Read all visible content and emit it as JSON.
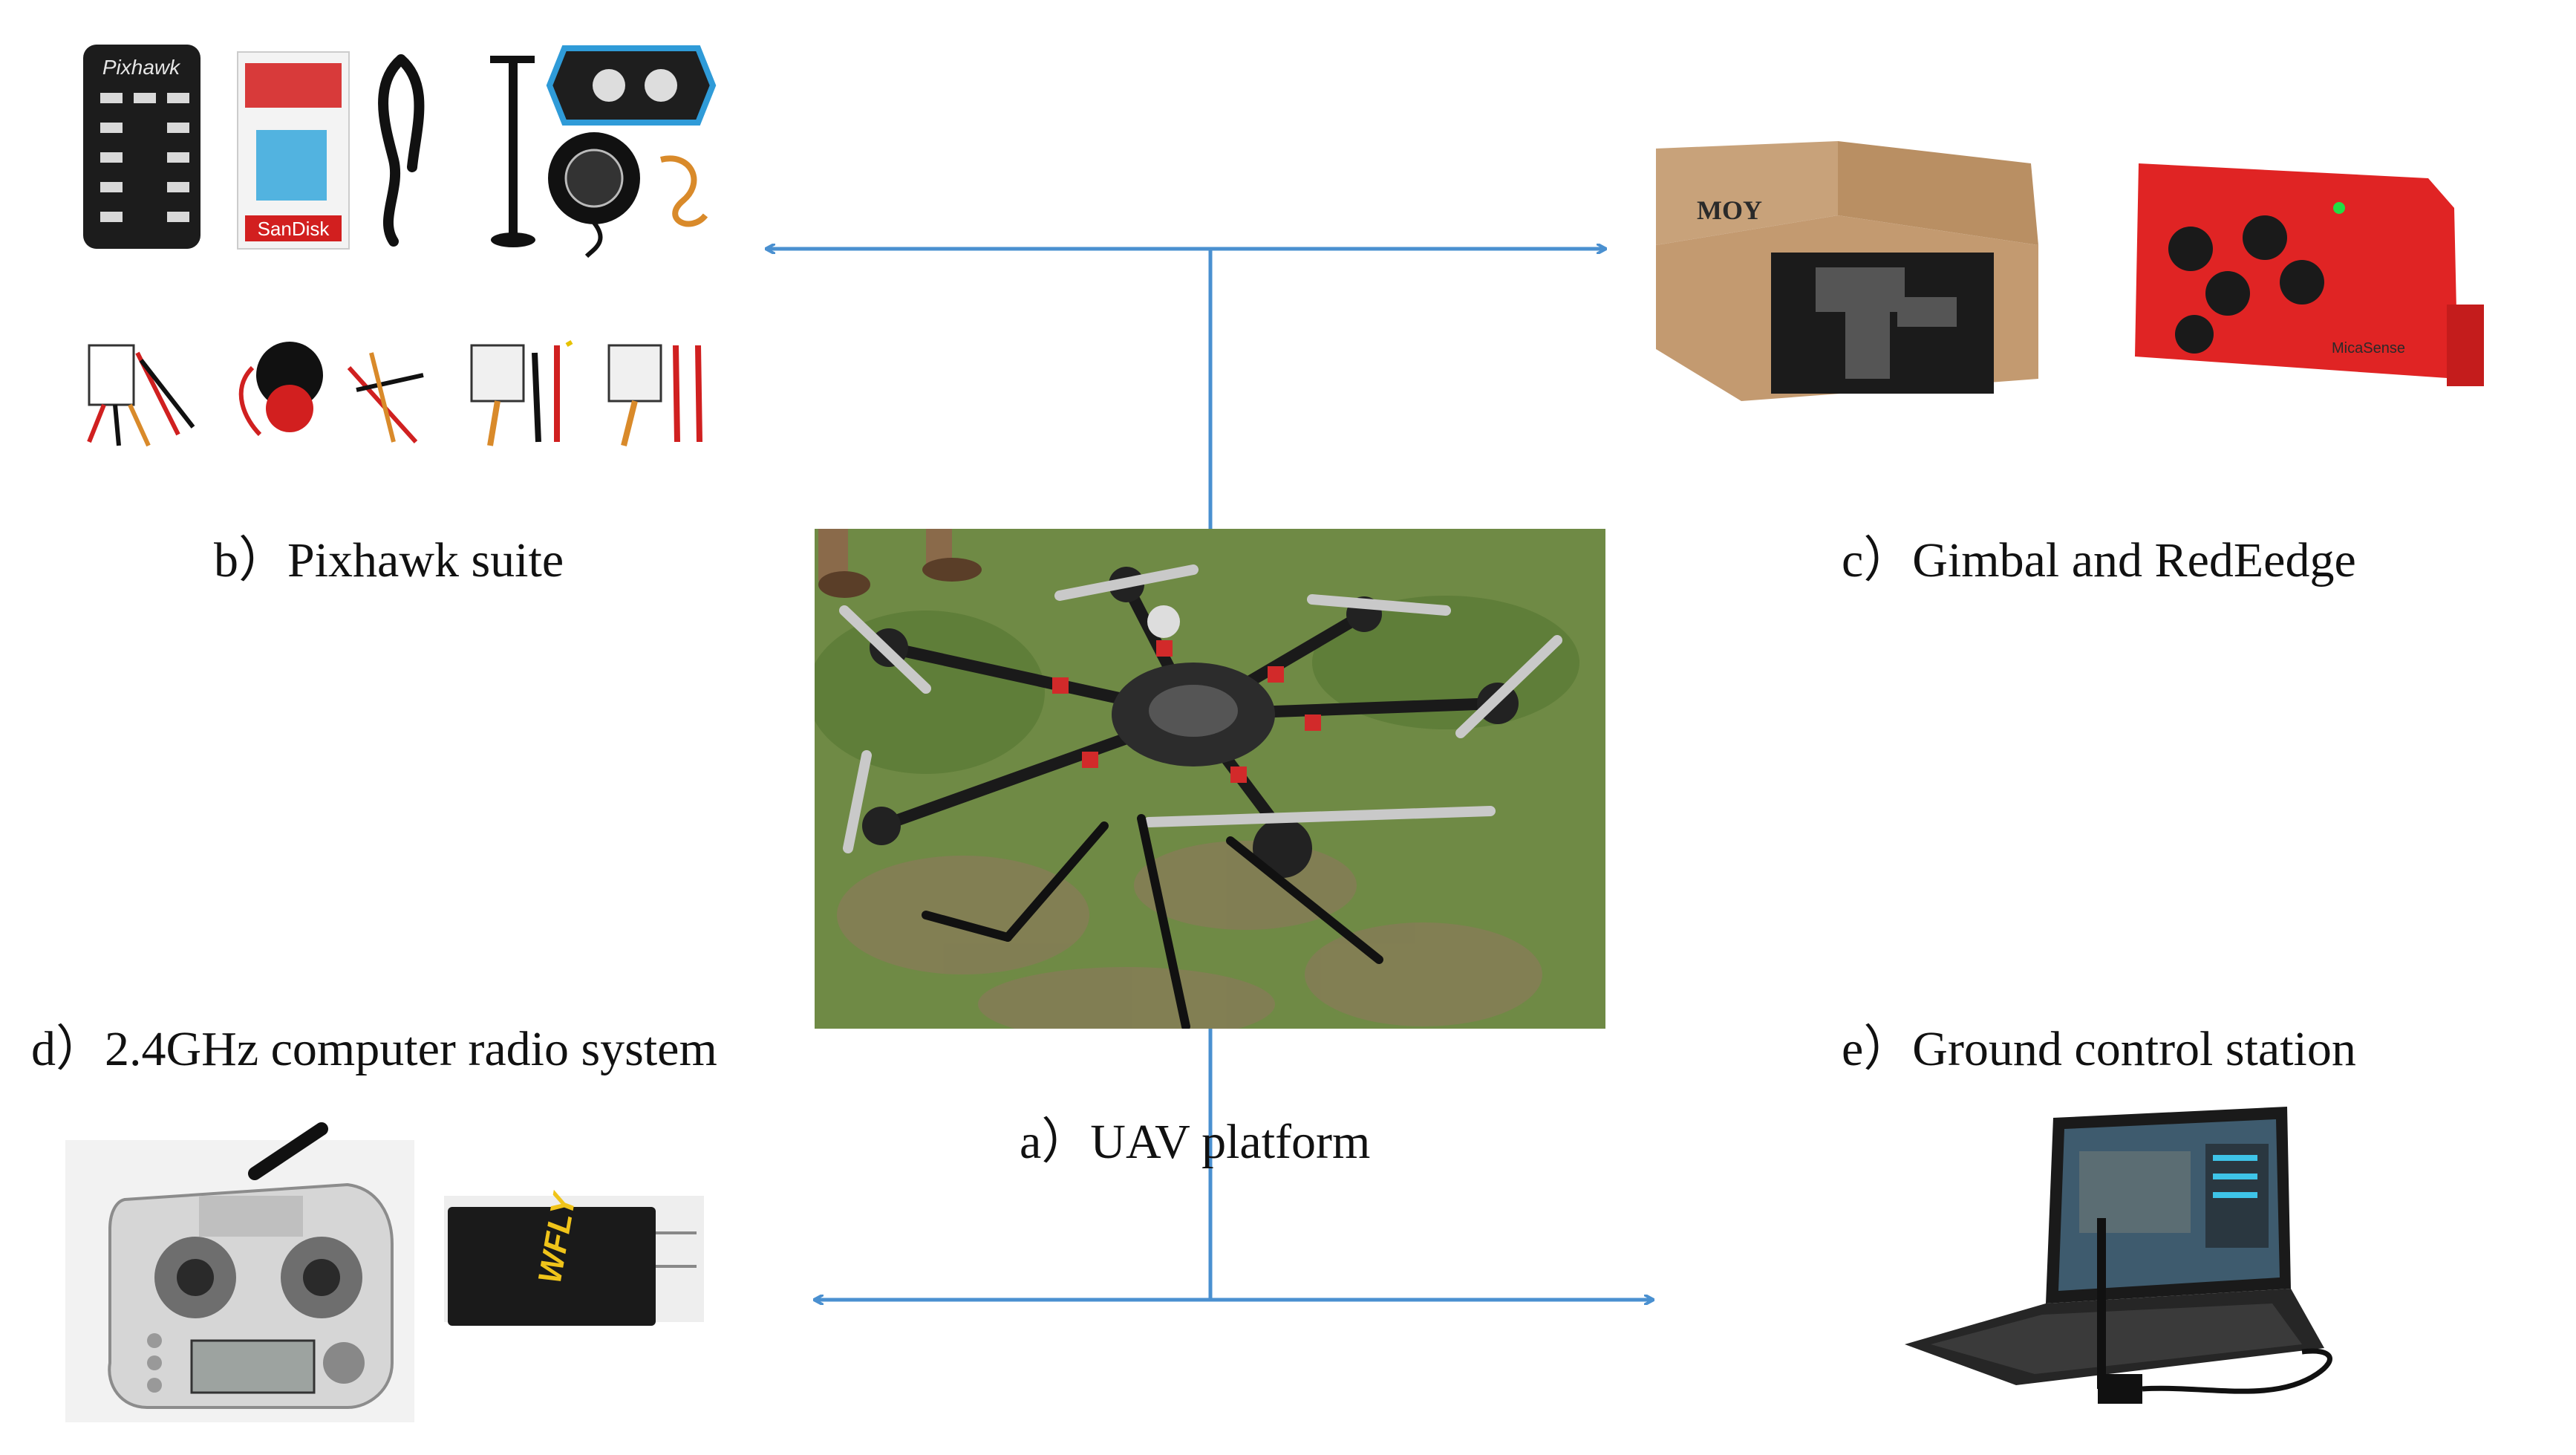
{
  "captions": {
    "uav_platform": "a）UAV platform",
    "pixhawk_suite": "b）Pixhawk suite",
    "gimbal_rededge": "c）Gimbal and RedEedge",
    "radio_system": "d）2.4GHz computer radio system",
    "ground_station": "e）Ground control station"
  },
  "product_text": {
    "pixhawk_logo": "Pixhawk",
    "sandisk_logo": "SanDisk",
    "moy_box": "MOY",
    "micasense": "MicaSense",
    "wfly_receiver": "WFLY"
  },
  "colors": {
    "connector": "#4a90d0",
    "drone_red": "#d22a2a",
    "rededge_red": "#e02424",
    "grass": "#6f8a45",
    "box_brown": "#c8a27a"
  }
}
